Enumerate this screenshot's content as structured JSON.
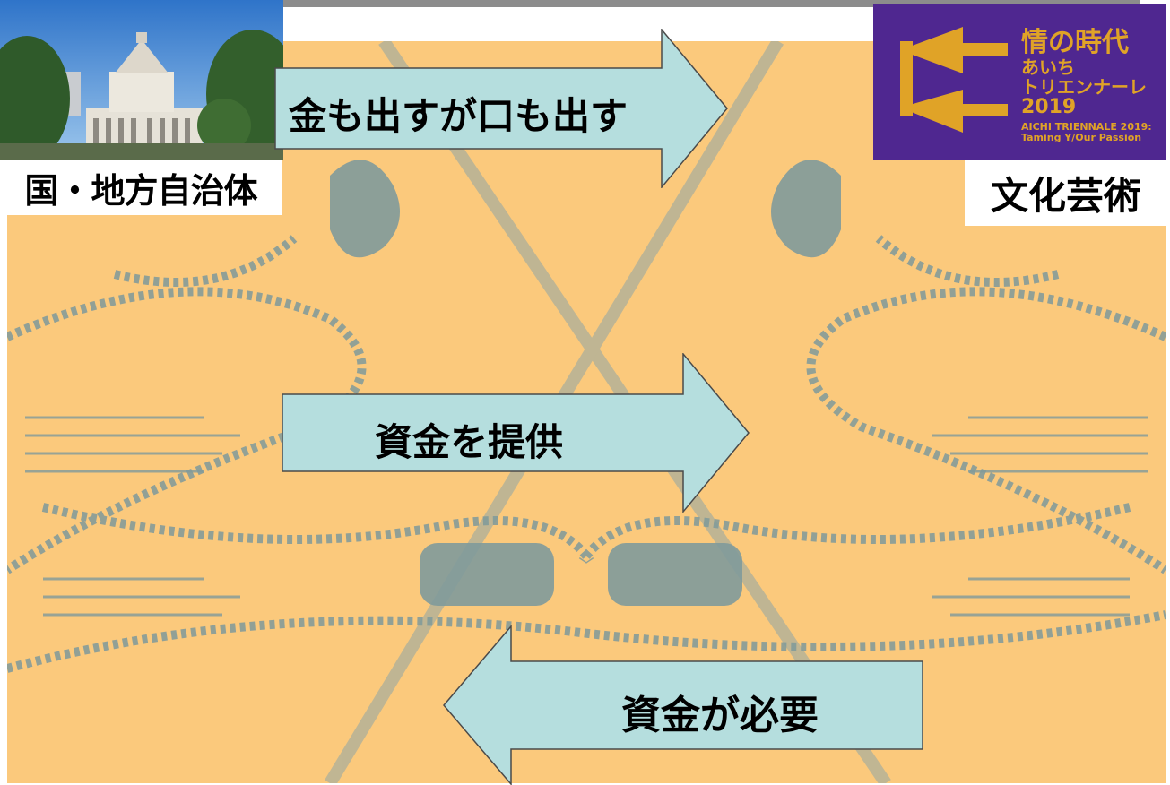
{
  "background": {
    "description_color": "#fbc97c",
    "pattern_color": "#8a9c98"
  },
  "government": {
    "icon": "diet-building-photo",
    "label": "国・地方自治体"
  },
  "arts": {
    "label": "文化芸術",
    "logo": {
      "title": "情の時代",
      "line1": "あいち",
      "line2": "トリエンナーレ",
      "year": "2019",
      "english1": "AICHI TRIENNALE 2019:",
      "english2": "Taming Y/Our Passion",
      "color_bg": "#4f2790",
      "color_fg": "#e0a327"
    }
  },
  "arrows": {
    "arrow_color": "#b5dede",
    "top": {
      "direction": "right",
      "label": "金も出すが口も出す"
    },
    "middle": {
      "direction": "right",
      "label": "資金を提供"
    },
    "bottom": {
      "direction": "left",
      "label": "資金が必要"
    }
  }
}
